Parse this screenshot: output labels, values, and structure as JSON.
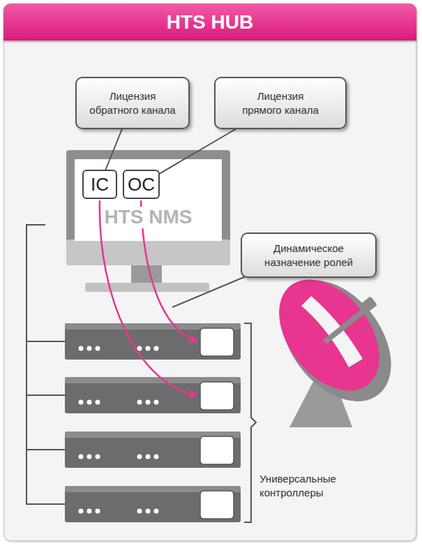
{
  "diagram": {
    "title": "HTS HUB",
    "nodes": [
      {
        "text": [
          "Лицензия обратного канала"
        ]
      },
      {
        "text": [
          "Лицензия прямого канала"
        ]
      },
      {
        "text": [
          "HTS NMS"
        ]
      },
      {
        "text": [
          "IC"
        ],
        "in": 2
      },
      {
        "text": [
          "OC"
        ],
        "in": 2
      },
      {
        "text": [
          "Динамическое назначение ролей"
        ]
      }
    ],
    "edges": [
      {
        "from": 0,
        "to": 3,
        "arrow": "none"
      },
      {
        "from": 1,
        "to": 4,
        "arrow": "none"
      }
    ],
    "labels": [
      "Универсальные контроллеры"
    ]
  }
}
